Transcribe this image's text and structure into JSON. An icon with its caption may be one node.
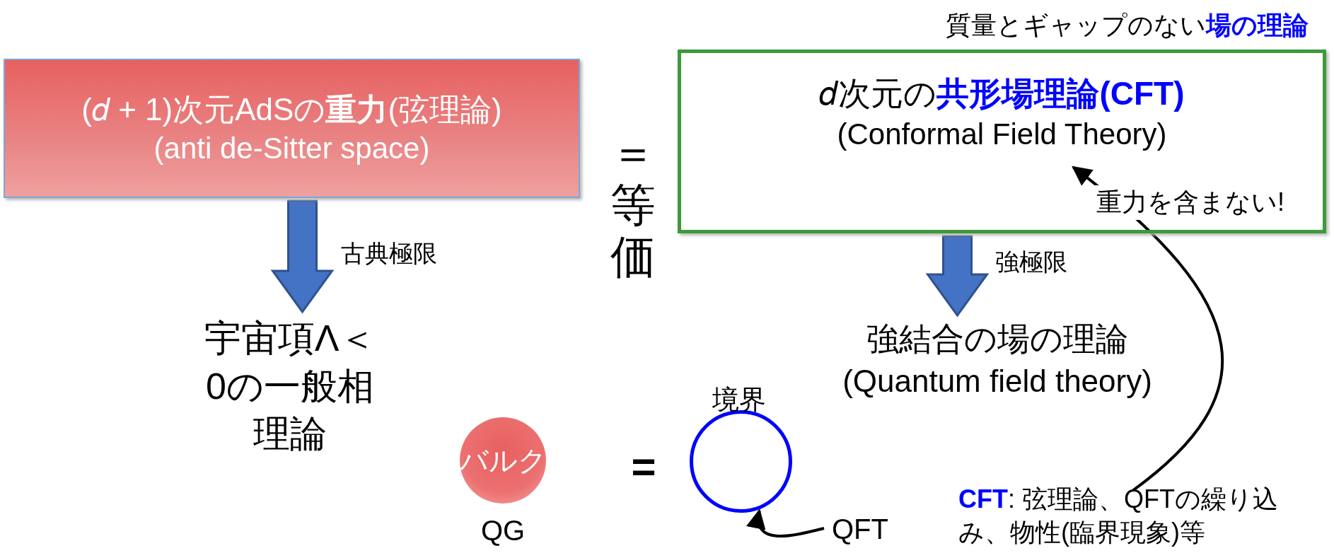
{
  "diagram": {
    "nodes": [
      {
        "text": [
          "(𝑑 + 1)次元AdSの**重力**(弦理論)",
          "(anti de-Sitter space)"
        ]
      },
      {
        "text": [
          "𝑑次元の**共形場理論(CFT)**",
          "(Conformal Field Theory)"
        ],
        "beside": [
          "質量とギャップのない**場の理論**"
        ]
      },
      {
        "text": [
          "宇宙項Λ＜0の一般相理論"
        ]
      },
      {
        "text": [
          "強結合の場の理論",
          "(Quantum field theory)"
        ]
      },
      {
        "text": [
          "バルク"
        ],
        "beside": [
          "QG"
        ]
      },
      {
        "text": [],
        "shape": "circle",
        "beside": [
          "境界"
        ]
      },
      {
        "text": [
          "QFT"
        ]
      },
      {
        "text": [
          "**CFT**: 弦理論、QFTの繰り込み、物性(臨界現象)等"
        ]
      }
    ],
    "edges": [
      {
        "from": 0,
        "to": 2,
        "arrow": "to",
        "style": "thick",
        "color": "#4472c4",
        "label": "古典極限"
      },
      {
        "from": 1,
        "to": 3,
        "arrow": "to",
        "style": "thick",
        "color": "#4472c4",
        "label": "強極限"
      },
      {
        "from": 6,
        "to": 5,
        "arrow": "to"
      },
      {
        "from": 7,
        "to": 1,
        "arrow": "to",
        "label": "重力を含まない!"
      }
    ],
    "labels": [
      "＝等価",
      "="
    ]
  }
}
